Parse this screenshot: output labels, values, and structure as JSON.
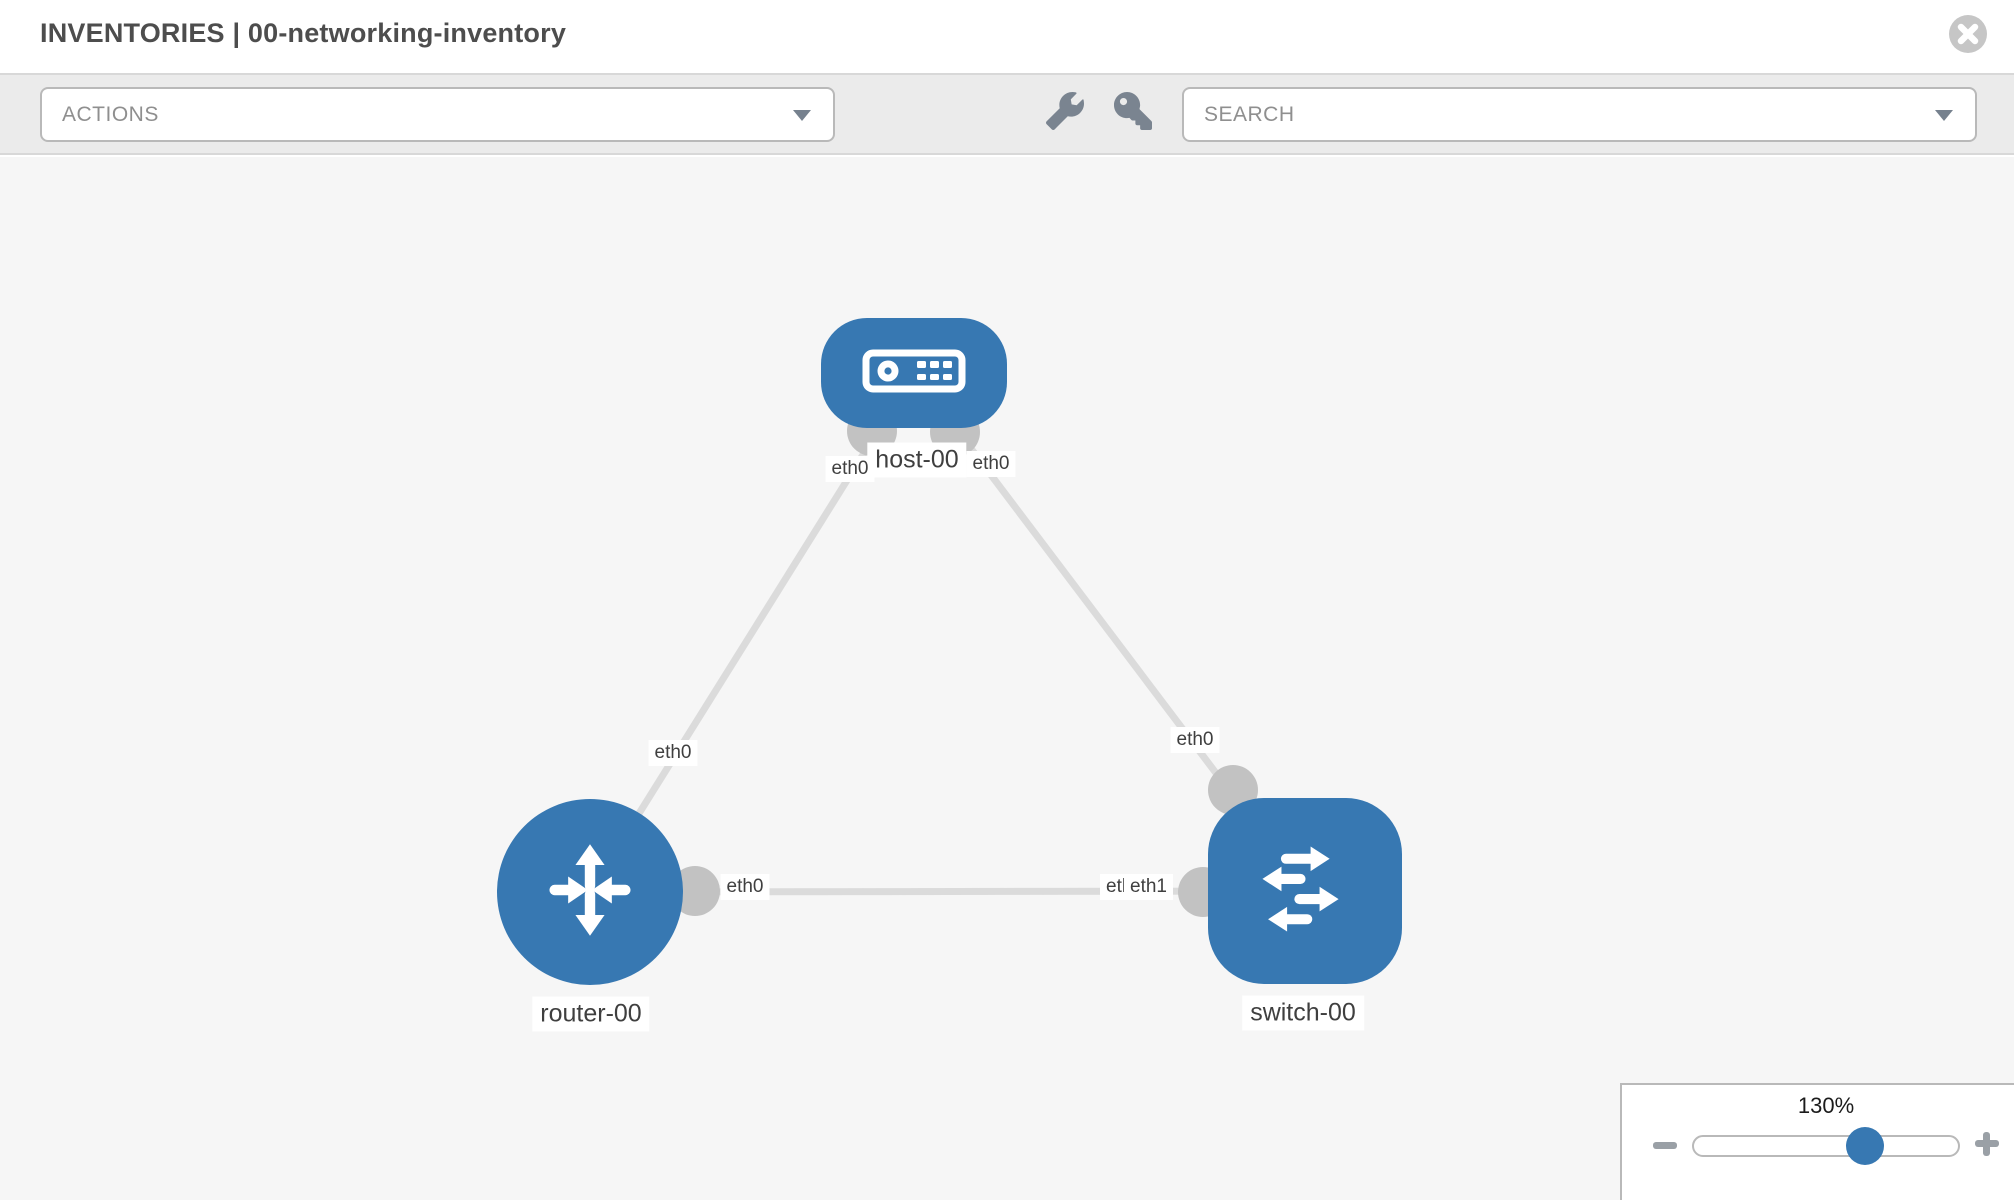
{
  "header": {
    "title": "INVENTORIES | 00-networking-inventory"
  },
  "toolbar": {
    "actions_label": "ACTIONS",
    "search_placeholder": "SEARCH",
    "icons": [
      "wrench-icon",
      "key-icon"
    ]
  },
  "topology": {
    "nodes": [
      {
        "id": "host-00",
        "label": "host-00",
        "type": "host"
      },
      {
        "id": "router-00",
        "label": "router-00",
        "type": "router"
      },
      {
        "id": "switch-00",
        "label": "switch-00",
        "type": "switch"
      }
    ],
    "links": [
      {
        "from": "host-00",
        "to": "router-00",
        "from_iface": "eth0",
        "to_iface": "eth0"
      },
      {
        "from": "host-00",
        "to": "switch-00",
        "from_iface": "eth0",
        "to_iface": "eth0"
      },
      {
        "from": "router-00",
        "to": "switch-00",
        "from_iface": "eth0",
        "to_iface": "eth1"
      }
    ],
    "iface_labels": [
      {
        "text": "eth0"
      },
      {
        "text": "eth0"
      },
      {
        "text": "eth0"
      },
      {
        "text": "eth0"
      },
      {
        "text": "eth0"
      },
      {
        "text": "eth0"
      },
      {
        "text": "eth1"
      }
    ]
  },
  "zoom_control": {
    "value": "130%"
  },
  "colors": {
    "node_blue": "#3778b2",
    "link_gray": "#dbdbdb",
    "port_gray": "#c2c2c2",
    "toolbar_bg": "#ebebeb",
    "canvas_bg": "#f6f6f6",
    "icon_gray": "#7a8490",
    "close_gray": "#c6c6c6"
  }
}
